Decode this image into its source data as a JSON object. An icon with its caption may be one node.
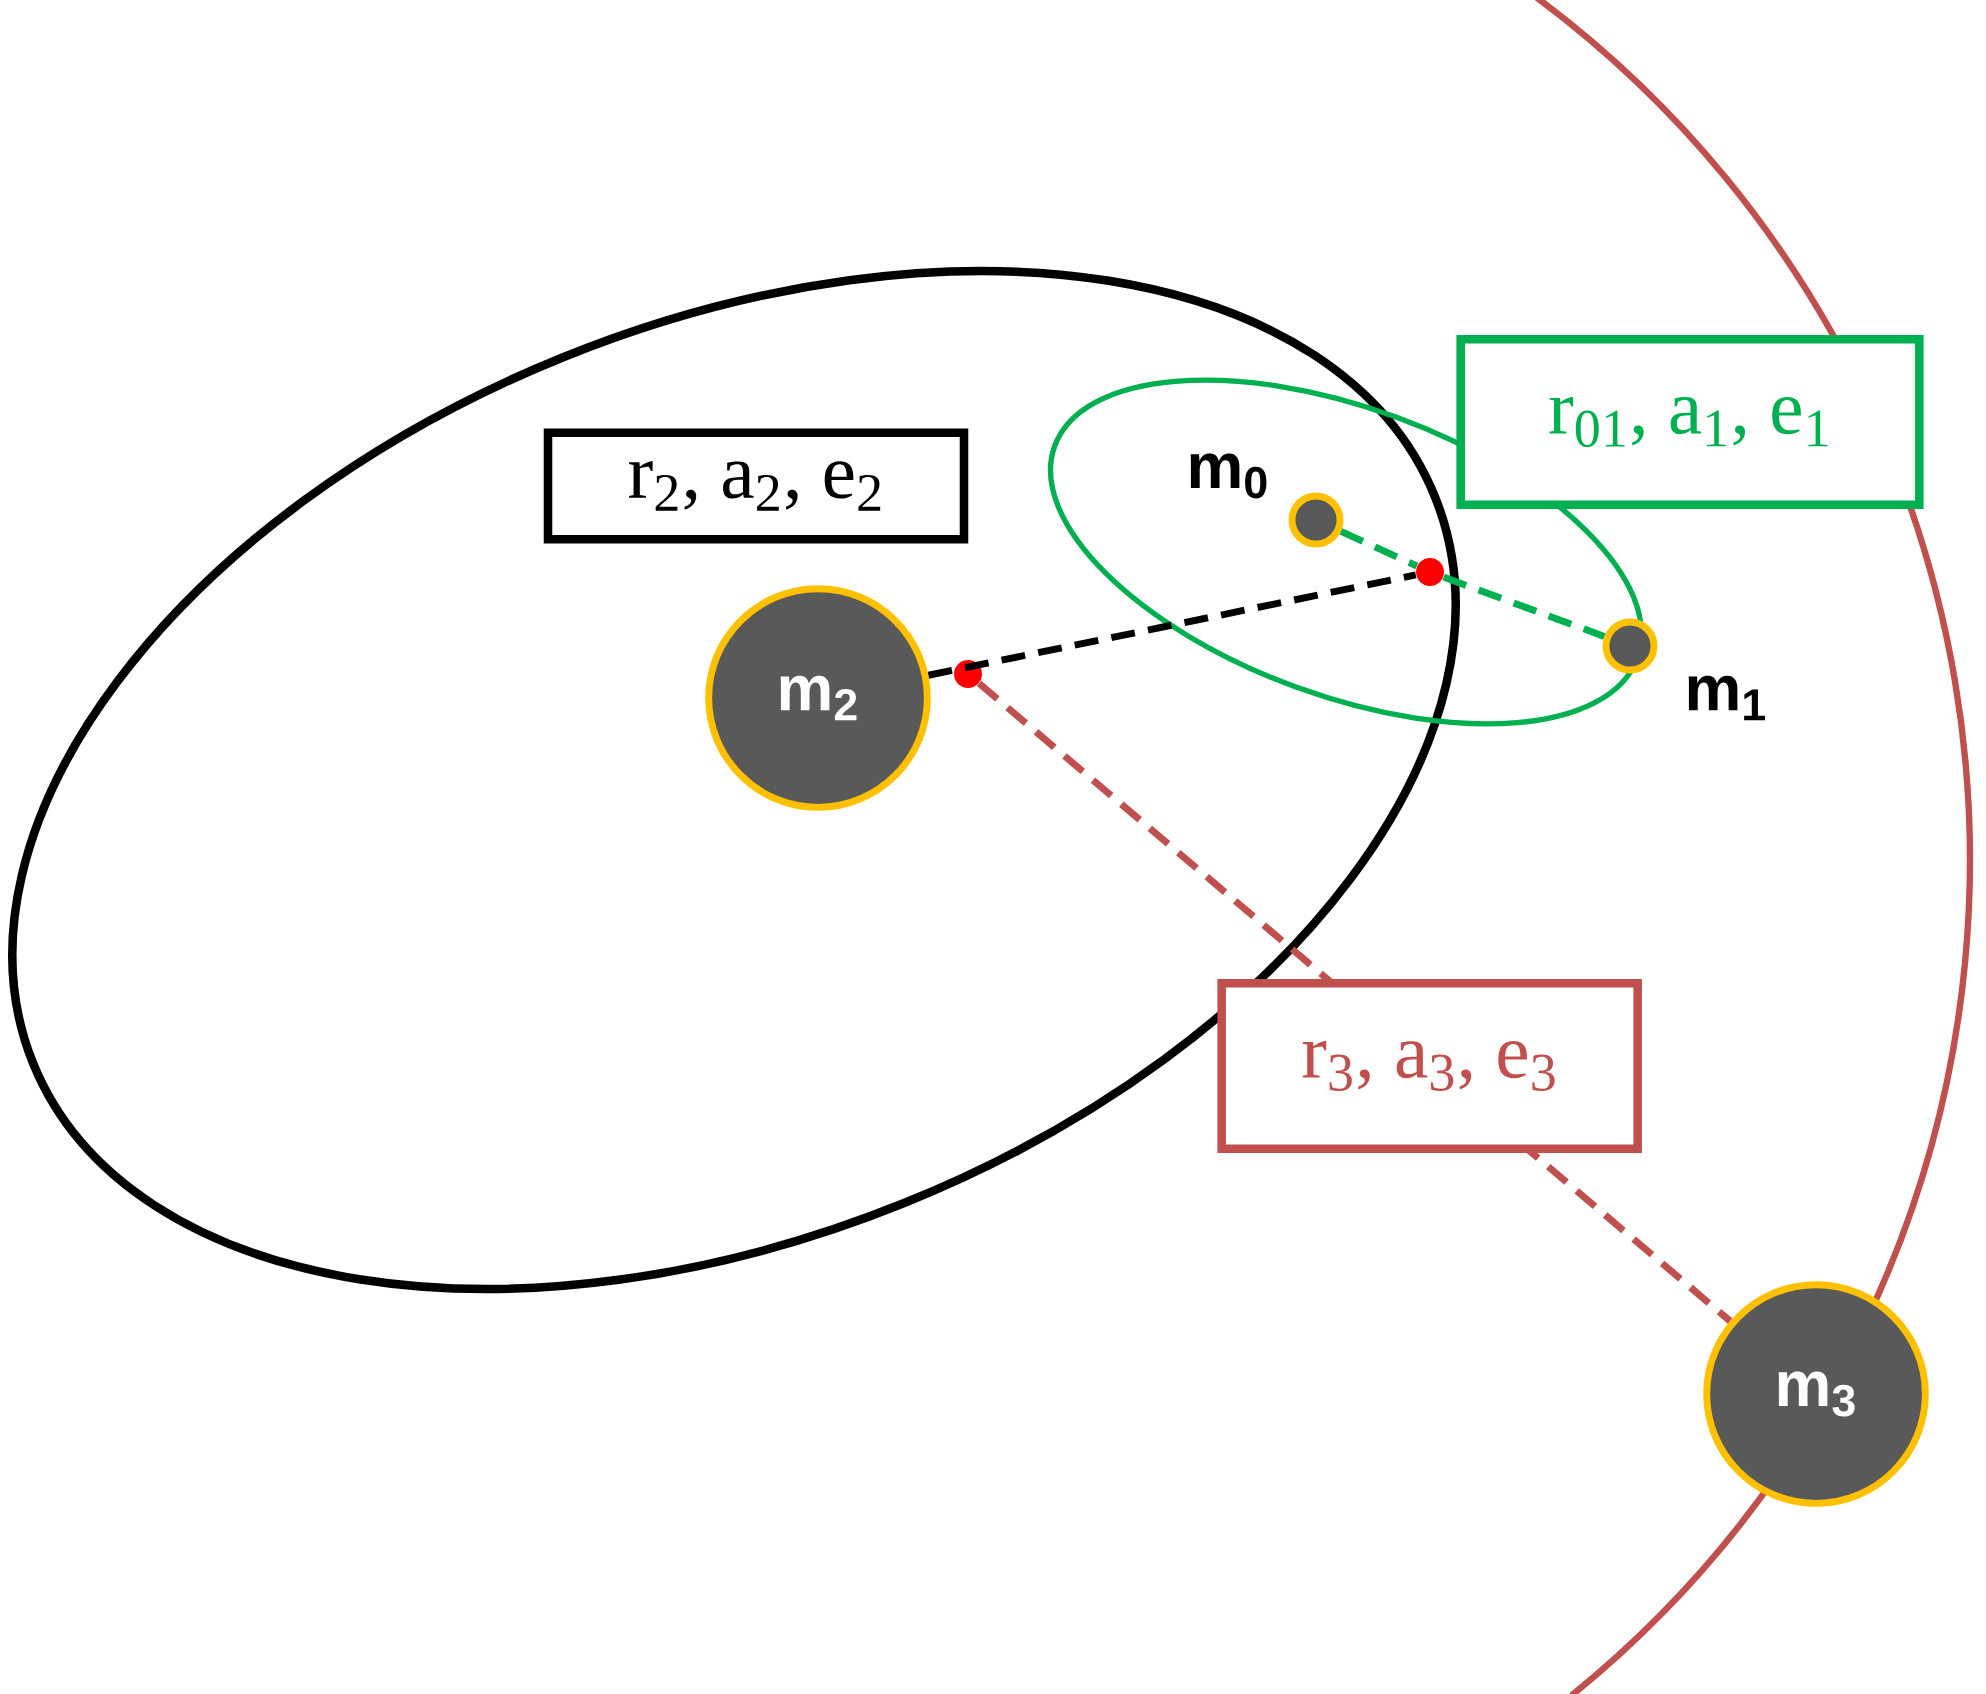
{
  "diagram": {
    "nodes": [
      {
        "text": [
          "r$_{2}$, a$_{2}$, e$_{2}$"
        ]
      },
      {
        "text": [
          "r$_{01}$, a$_{1}$, e$_{1}$"
        ]
      },
      {
        "text": [
          "m$_{0}$"
        ]
      },
      {
        "text": [],
        "shape": "circle"
      },
      {
        "text": [
          "m$_{1}$"
        ]
      },
      {
        "text": [
          "m$_{2}$"
        ]
      },
      {
        "text": [],
        "shape": "circle"
      },
      {
        "text": [
          "m$_{3}$"
        ]
      }
    ],
    "edges": [
      {
        "from": 2,
        "to": 3,
        "arrow": "none",
        "style": "dashed",
        "color": "#00b050"
      },
      {
        "from": 3,
        "to": 4,
        "arrow": "none",
        "style": "dashed",
        "color": "#00b050"
      },
      {
        "from": 5,
        "to": 3,
        "arrow": "none",
        "style": "dashed",
        "color": "#000000"
      },
      {
        "from": 6,
        "to": 7,
        "arrow": "none",
        "style": "dashed",
        "color": "#c0504d",
        "label": "r$_{3}$, a$_{3}$, e$_{3}$"
      }
    ]
  }
}
